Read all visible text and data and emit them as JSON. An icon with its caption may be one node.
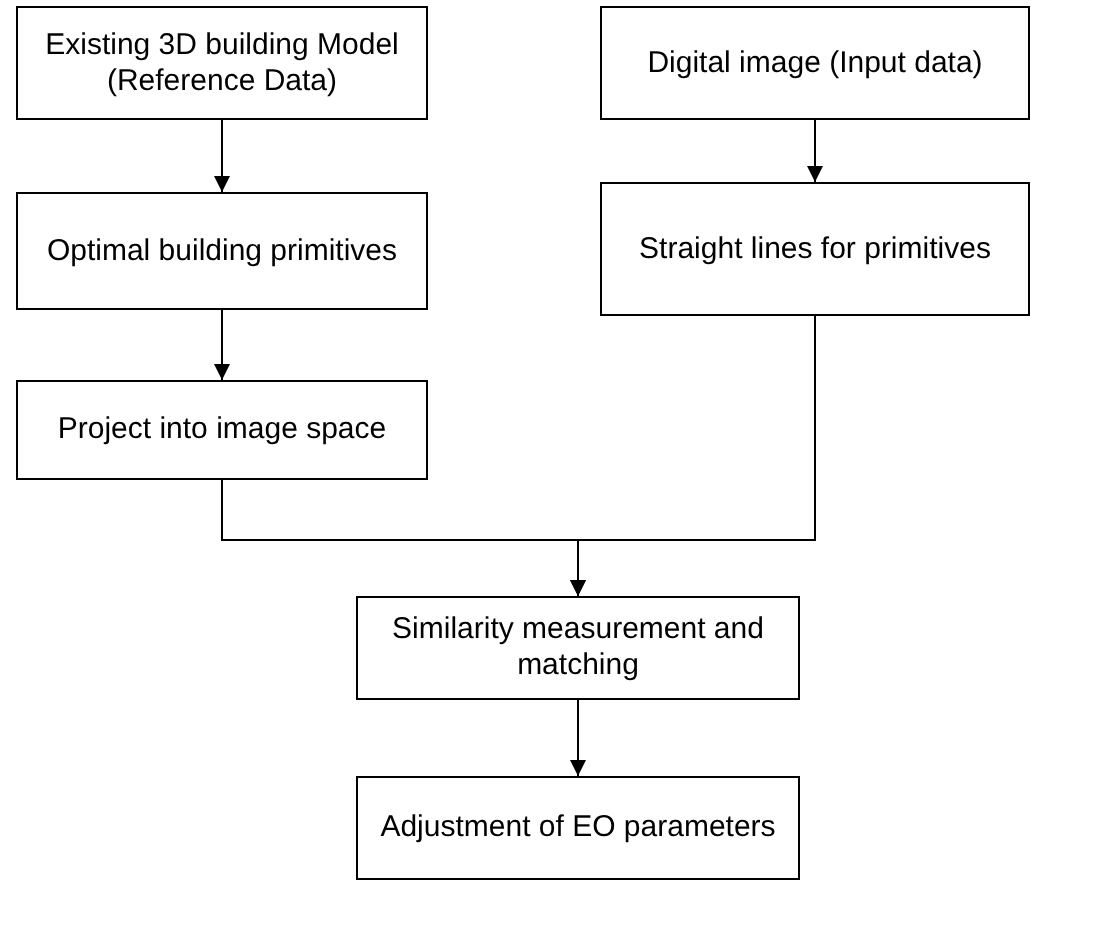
{
  "diagram": {
    "nodes": [
      {
        "text": [
          "Existing 3D building Model (Reference Data)"
        ]
      },
      {
        "text": [
          "Digital image (Input data)"
        ]
      },
      {
        "text": [
          "Optimal building primitives"
        ]
      },
      {
        "text": [
          "Straight lines for primitives"
        ]
      },
      {
        "text": [
          "Project into image space"
        ]
      },
      {
        "text": [
          "Similarity measurement and matching"
        ]
      },
      {
        "text": [
          "Adjustment of EO parameters"
        ]
      }
    ],
    "edges": [
      {
        "from": 0,
        "to": 2,
        "arrow": "to"
      },
      {
        "from": 1,
        "to": 3,
        "arrow": "to"
      },
      {
        "from": 2,
        "to": 4,
        "arrow": "to"
      },
      {
        "from": 4,
        "to": 5,
        "arrow": "to"
      },
      {
        "from": 3,
        "to": 5,
        "arrow": "to"
      },
      {
        "from": 5,
        "to": 6,
        "arrow": "to"
      }
    ]
  }
}
